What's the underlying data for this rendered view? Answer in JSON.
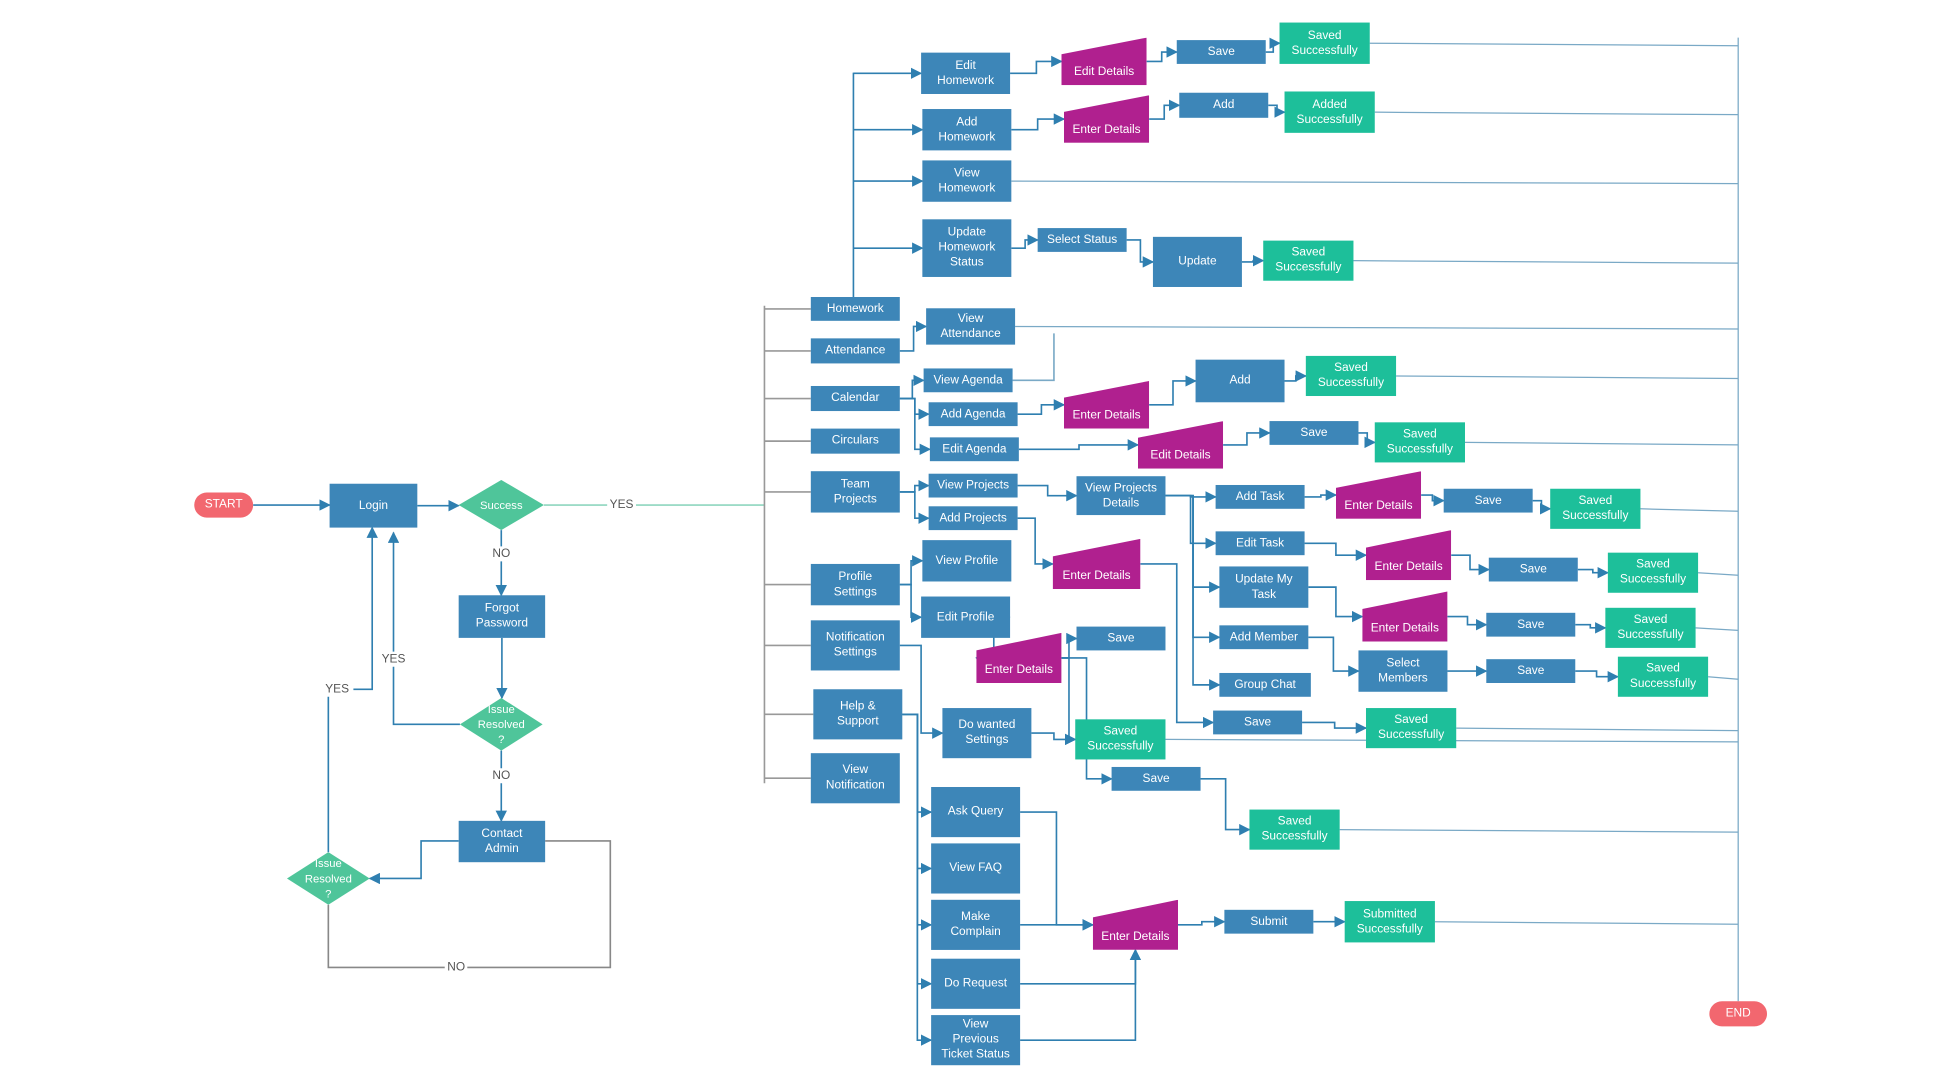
{
  "colors": {
    "process": "#3d86b8",
    "result": "#1dbf9a",
    "input": "#b0208f",
    "decision": "#4fc59a",
    "terminal": "#f2676f",
    "connector": "#2f7fb0",
    "end_line": "#7aa9c6"
  },
  "nodes": [
    {
      "id": "start",
      "label": "START",
      "kind": "terminal"
    },
    {
      "id": "login",
      "label": "Login",
      "kind": "process"
    },
    {
      "id": "success",
      "label": "Success",
      "kind": "decision"
    },
    {
      "id": "forgot",
      "label": "Forgot\nPassword",
      "kind": "process"
    },
    {
      "id": "issue1",
      "label": "Issue\nResolved\n?",
      "kind": "decision"
    },
    {
      "id": "contact",
      "label": "Contact\nAdmin",
      "kind": "process"
    },
    {
      "id": "issue2",
      "label": "Issue\nResolved\n?",
      "kind": "decision"
    },
    {
      "id": "homework",
      "label": "Homework",
      "kind": "process"
    },
    {
      "id": "attendance",
      "label": "Attendance",
      "kind": "process"
    },
    {
      "id": "calendar",
      "label": "Calendar",
      "kind": "process"
    },
    {
      "id": "circulars",
      "label": "Circulars",
      "kind": "process"
    },
    {
      "id": "team",
      "label": "Team\nProjects",
      "kind": "process"
    },
    {
      "id": "profile",
      "label": "Profile\nSettings",
      "kind": "process"
    },
    {
      "id": "notif",
      "label": "Notification\nSettings",
      "kind": "process"
    },
    {
      "id": "help",
      "label": "Help &\nSupport",
      "kind": "process"
    },
    {
      "id": "viewnotif",
      "label": "View\nNotification",
      "kind": "process"
    },
    {
      "id": "edithw",
      "label": "Edit\nHomework",
      "kind": "process"
    },
    {
      "id": "addhw",
      "label": "Add\nHomework",
      "kind": "process"
    },
    {
      "id": "viewhw",
      "label": "View\nHomework",
      "kind": "process"
    },
    {
      "id": "updhw",
      "label": "Update\nHomework\nStatus",
      "kind": "process"
    },
    {
      "id": "selstatus",
      "label": "Select Status",
      "kind": "process"
    },
    {
      "id": "update",
      "label": "Update",
      "kind": "process"
    },
    {
      "id": "savedupd",
      "label": "Saved\nSuccessfully",
      "kind": "result"
    },
    {
      "id": "ed1",
      "label": "Edit Details",
      "kind": "input"
    },
    {
      "id": "save1",
      "label": "Save",
      "kind": "process"
    },
    {
      "id": "saved1",
      "label": "Saved\nSuccessfully",
      "kind": "result"
    },
    {
      "id": "en1",
      "label": "Enter Details",
      "kind": "input"
    },
    {
      "id": "add1",
      "label": "Add",
      "kind": "process"
    },
    {
      "id": "added1",
      "label": "Added\nSuccessfully",
      "kind": "result"
    },
    {
      "id": "viewatt",
      "label": "View\nAttendance",
      "kind": "process"
    },
    {
      "id": "viewag",
      "label": "View Agenda",
      "kind": "process"
    },
    {
      "id": "addag",
      "label": "Add Agenda",
      "kind": "process"
    },
    {
      "id": "editag",
      "label": "Edit Agenda",
      "kind": "process"
    },
    {
      "id": "en2",
      "label": "Enter Details",
      "kind": "input"
    },
    {
      "id": "add2",
      "label": "Add",
      "kind": "process"
    },
    {
      "id": "saved2",
      "label": "Saved\nSuccessfully",
      "kind": "result"
    },
    {
      "id": "ed2",
      "label": "Edit Details",
      "kind": "input"
    },
    {
      "id": "save2",
      "label": "Save",
      "kind": "process"
    },
    {
      "id": "saved3",
      "label": "Saved\nSuccessfully",
      "kind": "result"
    },
    {
      "id": "viewproj",
      "label": "View Projects",
      "kind": "process"
    },
    {
      "id": "addproj",
      "label": "Add Projects",
      "kind": "process"
    },
    {
      "id": "vpd",
      "label": "View Projects\nDetails",
      "kind": "process"
    },
    {
      "id": "addtask",
      "label": "Add Task",
      "kind": "process"
    },
    {
      "id": "en3",
      "label": "Enter Details",
      "kind": "input"
    },
    {
      "id": "save3",
      "label": "Save",
      "kind": "process"
    },
    {
      "id": "saved4",
      "label": "Saved\nSuccessfully",
      "kind": "result"
    },
    {
      "id": "edittask",
      "label": "Edit Task",
      "kind": "process"
    },
    {
      "id": "en4",
      "label": "Enter Details",
      "kind": "input"
    },
    {
      "id": "save4",
      "label": "Save",
      "kind": "process"
    },
    {
      "id": "saved5",
      "label": "Saved\nSuccessfully",
      "kind": "result"
    },
    {
      "id": "updtask",
      "label": "Update My\nTask",
      "kind": "process"
    },
    {
      "id": "en5",
      "label": "Enter Details",
      "kind": "input"
    },
    {
      "id": "save5",
      "label": "Save",
      "kind": "process"
    },
    {
      "id": "saved6",
      "label": "Saved\nSuccessfully",
      "kind": "result"
    },
    {
      "id": "addmem",
      "label": "Add Member",
      "kind": "process"
    },
    {
      "id": "selmem",
      "label": "Select\nMembers",
      "kind": "process"
    },
    {
      "id": "save6",
      "label": "Save",
      "kind": "process"
    },
    {
      "id": "saved7",
      "label": "Saved\nSuccessfully",
      "kind": "result"
    },
    {
      "id": "groupchat",
      "label": "Group Chat",
      "kind": "process"
    },
    {
      "id": "en6",
      "label": "Enter Details",
      "kind": "input"
    },
    {
      "id": "savep",
      "label": "Save",
      "kind": "process"
    },
    {
      "id": "savedp",
      "label": "Saved\nSuccessfully",
      "kind": "result"
    },
    {
      "id": "viewprof",
      "label": "View Profile",
      "kind": "process"
    },
    {
      "id": "editprof",
      "label": "Edit Profile",
      "kind": "process"
    },
    {
      "id": "en7",
      "label": "Enter Details",
      "kind": "input"
    },
    {
      "id": "save8",
      "label": "Save",
      "kind": "process"
    },
    {
      "id": "saved8",
      "label": "Saved\nSuccessfully",
      "kind": "result"
    },
    {
      "id": "save9",
      "label": "Save",
      "kind": "process"
    },
    {
      "id": "saved9",
      "label": "Saved\nSuccessfully",
      "kind": "result"
    },
    {
      "id": "dowanted",
      "label": "Do wanted\nSettings",
      "kind": "process"
    },
    {
      "id": "askq",
      "label": "Ask Query",
      "kind": "process"
    },
    {
      "id": "faq",
      "label": "View FAQ",
      "kind": "process"
    },
    {
      "id": "complain",
      "label": "Make\nComplain",
      "kind": "process"
    },
    {
      "id": "dorequest",
      "label": "Do Request",
      "kind": "process"
    },
    {
      "id": "viewprev",
      "label": "View\nPrevious\nTicket Status",
      "kind": "process"
    },
    {
      "id": "en8",
      "label": "Enter Details",
      "kind": "input"
    },
    {
      "id": "submit",
      "label": "Submit",
      "kind": "process"
    },
    {
      "id": "submitted",
      "label": "Submitted\nSuccessfully",
      "kind": "result"
    },
    {
      "id": "end",
      "label": "END",
      "kind": "terminal"
    }
  ],
  "edge_labels": [
    {
      "id": "yes_success",
      "text": "YES"
    },
    {
      "id": "no_success",
      "text": "NO"
    },
    {
      "id": "yes_issue1",
      "text": "YES"
    },
    {
      "id": "yes_issue2",
      "text": "YES"
    },
    {
      "id": "no_issue1",
      "text": "NO"
    },
    {
      "id": "no_issue2",
      "text": "NO"
    }
  ],
  "edges": [
    [
      "attendance",
      "viewatt"
    ],
    [
      "calendar",
      "viewag"
    ],
    [
      "calendar",
      "addag"
    ],
    [
      "calendar",
      "editag"
    ],
    [
      "team",
      "viewproj"
    ],
    [
      "team",
      "addproj"
    ],
    [
      "profile",
      "viewprof"
    ],
    [
      "profile",
      "editprof"
    ],
    [
      "notif",
      "dowanted"
    ],
    [
      "help",
      "askq"
    ],
    [
      "help",
      "faq"
    ],
    [
      "help",
      "complain"
    ],
    [
      "help",
      "dorequest"
    ],
    [
      "help",
      "viewprev"
    ],
    [
      "edithw",
      "ed1"
    ],
    [
      "ed1",
      "save1"
    ],
    [
      "save1",
      "saved1"
    ],
    [
      "addhw",
      "en1"
    ],
    [
      "en1",
      "add1"
    ],
    [
      "add1",
      "added1"
    ],
    [
      "updhw",
      "selstatus"
    ],
    [
      "selstatus",
      "update"
    ],
    [
      "update",
      "savedupd"
    ],
    [
      "addag",
      "en2"
    ],
    [
      "en2",
      "add2"
    ],
    [
      "add2",
      "saved2"
    ],
    [
      "editag",
      "ed2"
    ],
    [
      "ed2",
      "save2"
    ],
    [
      "save2",
      "saved3"
    ],
    [
      "viewproj",
      "vpd"
    ],
    [
      "vpd",
      "addtask"
    ],
    [
      "vpd",
      "edittask"
    ],
    [
      "vpd",
      "updtask"
    ],
    [
      "vpd",
      "addmem"
    ],
    [
      "vpd",
      "groupchat"
    ],
    [
      "addtask",
      "en3"
    ],
    [
      "en3",
      "save3"
    ],
    [
      "save3",
      "saved4"
    ],
    [
      "edittask",
      "en4"
    ],
    [
      "en4",
      "save4"
    ],
    [
      "save4",
      "saved5"
    ],
    [
      "updtask",
      "en5"
    ],
    [
      "en5",
      "save5"
    ],
    [
      "save5",
      "saved6"
    ],
    [
      "addmem",
      "selmem"
    ],
    [
      "selmem",
      "save6"
    ],
    [
      "save6",
      "saved7"
    ],
    [
      "addproj",
      "en6"
    ],
    [
      "en6",
      "savep"
    ],
    [
      "savep",
      "savedp"
    ],
    [
      "editprof",
      "en7"
    ],
    [
      "en7",
      "save8"
    ],
    [
      "en7",
      "saved8"
    ],
    [
      "en7",
      "save9"
    ],
    [
      "save9",
      "saved9"
    ],
    [
      "dowanted",
      "saved8"
    ],
    [
      "askq",
      "en8"
    ],
    [
      "complain",
      "en8"
    ],
    [
      "en8",
      "submit"
    ],
    [
      "submit",
      "submitted"
    ]
  ],
  "end_links": [
    "saved1",
    "added1",
    "viewhw",
    "savedupd",
    "viewatt",
    "saved2",
    "saved3",
    "saved4",
    "saved5",
    "saved6",
    "saved7",
    "savedp",
    "saved8",
    "saved9",
    "submitted"
  ]
}
